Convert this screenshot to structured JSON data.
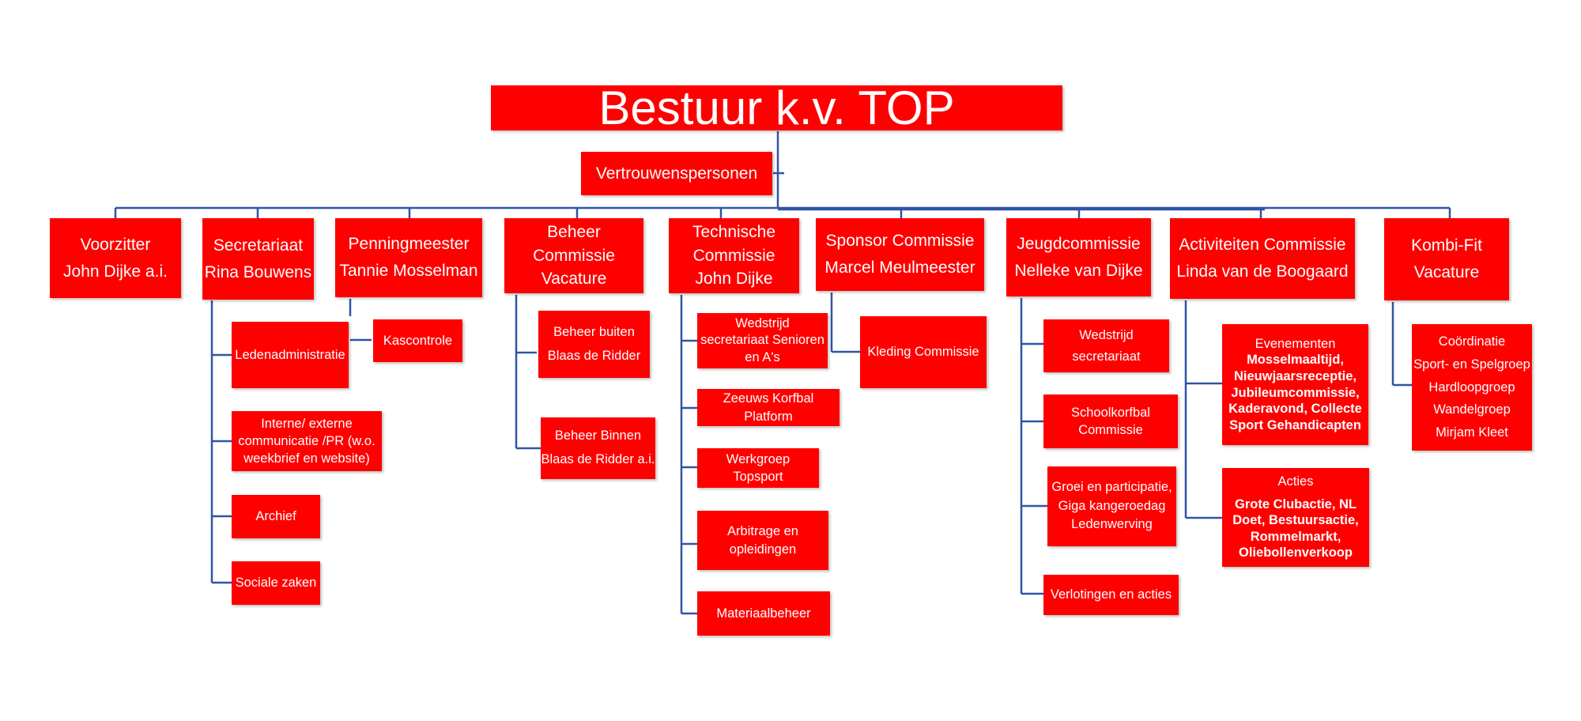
{
  "colors": {
    "box": "#ff0000",
    "text": "#ffffff",
    "connector": "#2f55a4"
  },
  "title": "Bestuur k.v. TOP",
  "vertrouwen": "Vertrouwenspersonen",
  "commissions": {
    "voorzitter": {
      "lines": [
        "Voorzitter",
        "John Dijke a.i."
      ]
    },
    "secretariaat": {
      "lines": [
        "Secretariaat",
        "Rina Bouwens"
      ]
    },
    "penningmeester": {
      "lines": [
        "Penningmeester",
        "Tannie Mosselman"
      ]
    },
    "beheer": {
      "lines": [
        "Beheer",
        "Commissie",
        "Vacature"
      ]
    },
    "technische": {
      "lines": [
        "Technische",
        "Commissie",
        "John Dijke"
      ]
    },
    "sponsor": {
      "lines": [
        "Sponsor Commissie",
        "Marcel Meulmeester"
      ]
    },
    "jeugd": {
      "lines": [
        "Jeugdcommissie",
        "Nelleke van Dijke"
      ]
    },
    "activiteiten": {
      "lines": [
        "Activiteiten Commissie",
        "Linda van de Boogaard"
      ]
    },
    "kombifit": {
      "lines": [
        "Kombi-Fit",
        "Vacature"
      ]
    }
  },
  "subs": {
    "ledenadministratie": [
      "Ledenadministratie"
    ],
    "kascontrole": [
      "Kascontrole"
    ],
    "communicatie": [
      "Interne/ externe",
      "communicatie /PR (w.o.",
      "weekbrief en website)"
    ],
    "archief": [
      "Archief"
    ],
    "sociale": [
      "Sociale zaken"
    ],
    "beheer_buiten": [
      "Beheer buiten",
      "Blaas de Ridder"
    ],
    "beheer_binnen": [
      "Beheer Binnen",
      "Blaas de Ridder a.i."
    ],
    "wedstrijd_senioren": [
      "Wedstrijd",
      "secretariaat Senioren",
      "en A's"
    ],
    "zkp": [
      "Zeeuws Korfbal",
      "Platform"
    ],
    "topsport": [
      "Werkgroep",
      "Topsport"
    ],
    "arbitrage": [
      "Arbitrage en",
      "opleidingen"
    ],
    "materiaal": [
      "Materiaalbeheer"
    ],
    "kleding": [
      "Kleding Commissie"
    ],
    "wedstrijd_jeugd": [
      "Wedstrijd",
      "secretariaat"
    ],
    "schoolkorfbal": [
      "Schoolkorfbal",
      "Commissie"
    ],
    "groei": [
      "Groei en participatie,",
      "Giga kangeroedag",
      "Ledenwerving"
    ],
    "verlotingen": [
      "Verlotingen en acties"
    ],
    "evenementen": {
      "heading": "Evenementen",
      "lines": [
        "Mosselmaaltijd,",
        "Nieuwjaarsreceptie,",
        "Jubileumcommissie,",
        "Kaderavond, Collecte",
        "Sport Gehandicapten"
      ]
    },
    "acties": {
      "heading": "Acties",
      "lines": [
        "Grote Clubactie,  NL",
        "Doet, Bestuursactie,",
        "Rommelmarkt,",
        "Oliebollenverkoop"
      ]
    },
    "coordinatie": [
      "Coördinatie",
      "Sport- en Spelgroep",
      "Hardloopgroep",
      "Wandelgroep",
      "Mirjam Kleet"
    ]
  }
}
